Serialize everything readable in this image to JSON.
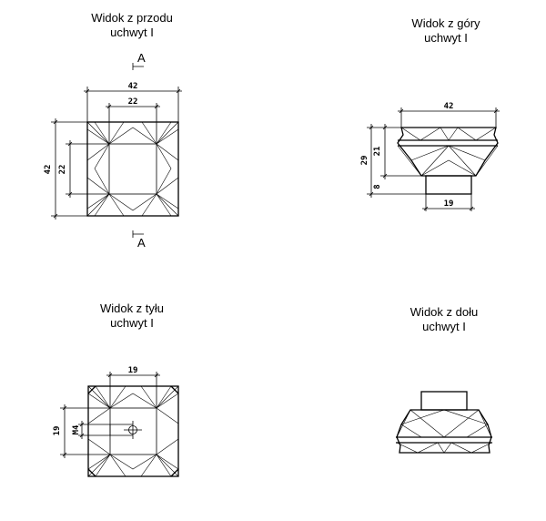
{
  "views": {
    "front": {
      "title": "Widok z przodu",
      "subtitle": "uchwyt I"
    },
    "top": {
      "title": "Widok z góry",
      "subtitle": "uchwyt I"
    },
    "back": {
      "title": "Widok z tyłu",
      "subtitle": "uchwyt I"
    },
    "bottom": {
      "title": "Widok z dołu",
      "subtitle": "uchwyt I"
    }
  },
  "dimensions": {
    "front_width": "42",
    "front_inner_width": "22",
    "front_height": "42",
    "front_inner_height": "22",
    "section_label_top": "A",
    "section_label_bottom": "A",
    "top_width": "42",
    "top_total_height": "29",
    "top_upper_height": "21",
    "top_base_height": "8",
    "top_base_width": "19",
    "back_hole_spacing": "19",
    "back_vertical": "19",
    "back_thread": "M4"
  }
}
